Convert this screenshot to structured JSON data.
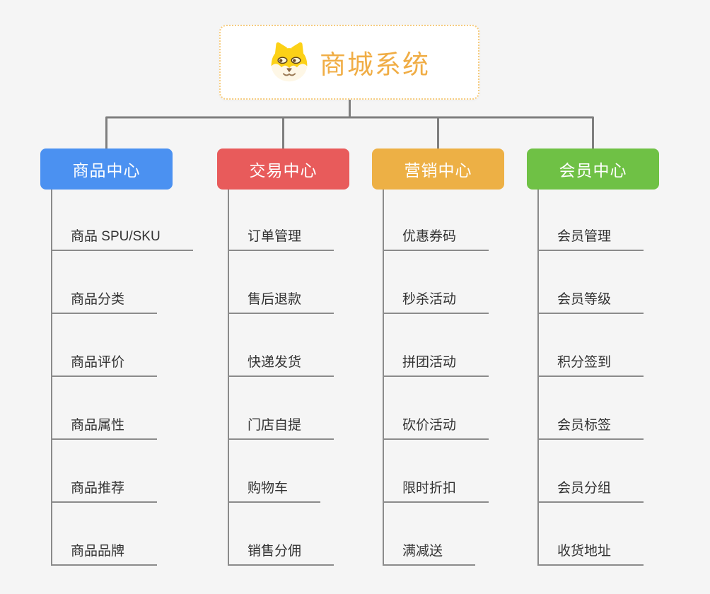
{
  "root": {
    "title": "商城系统",
    "icon": "dog-face-icon",
    "title_color": "#f0ad45",
    "border_color": "#f6cc7f"
  },
  "branches": [
    {
      "label": "商品中心",
      "color": "#4b91f1",
      "children": [
        "商品 SPU/SKU",
        "商品分类",
        "商品评价",
        "商品属性",
        "商品推荐",
        "商品品牌"
      ]
    },
    {
      "label": "交易中心",
      "color": "#e85b5b",
      "children": [
        "订单管理",
        "售后退款",
        "快递发货",
        "门店自提",
        "购物车",
        "销售分佣"
      ]
    },
    {
      "label": "营销中心",
      "color": "#edb045",
      "children": [
        "优惠券码",
        "秒杀活动",
        "拼团活动",
        "砍价活动",
        "限时折扣",
        "满减送"
      ]
    },
    {
      "label": "会员中心",
      "color": "#6fc145",
      "children": [
        "会员管理",
        "会员等级",
        "积分签到",
        "会员标签",
        "会员分组",
        "收货地址"
      ]
    }
  ],
  "colors": {
    "background": "#f5f5f5",
    "connector": "#7f7f7f",
    "underline": "#8b8b8b",
    "child_text": "#333333"
  }
}
